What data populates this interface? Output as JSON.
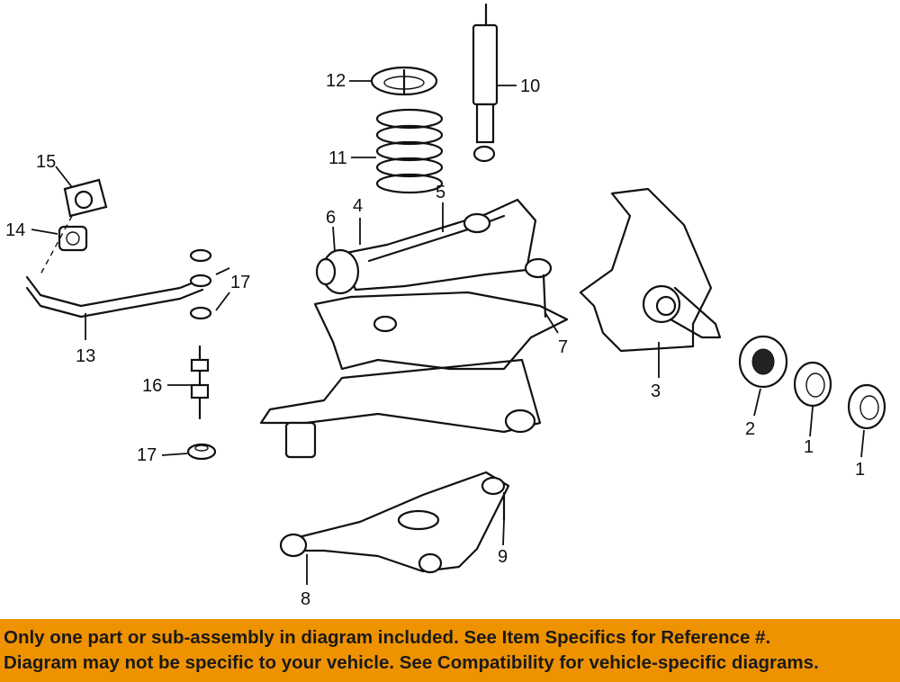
{
  "diagram": {
    "callouts": [
      {
        "id": "c1a",
        "text": "1"
      },
      {
        "id": "c1b",
        "text": "1"
      },
      {
        "id": "c2",
        "text": "2"
      },
      {
        "id": "c3",
        "text": "3"
      },
      {
        "id": "c4",
        "text": "4"
      },
      {
        "id": "c5",
        "text": "5"
      },
      {
        "id": "c6",
        "text": "6"
      },
      {
        "id": "c7",
        "text": "7"
      },
      {
        "id": "c8",
        "text": "8"
      },
      {
        "id": "c9",
        "text": "9"
      },
      {
        "id": "c10",
        "text": "10"
      },
      {
        "id": "c11",
        "text": "11"
      },
      {
        "id": "c12",
        "text": "12"
      },
      {
        "id": "c13",
        "text": "13"
      },
      {
        "id": "c14",
        "text": "14"
      },
      {
        "id": "c15",
        "text": "15"
      },
      {
        "id": "c16",
        "text": "16"
      },
      {
        "id": "c17a",
        "text": "17"
      },
      {
        "id": "c17b",
        "text": "17"
      }
    ]
  },
  "banner": {
    "line1": "Only one part or sub-assembly in diagram included. See Item Specifics for Reference #.",
    "line2": "Diagram may not be specific to your vehicle. See Compatibility for vehicle-specific diagrams."
  },
  "colors": {
    "banner_bg": "#ef9200",
    "banner_text": "#1a1a1a",
    "line_art": "#111111"
  }
}
